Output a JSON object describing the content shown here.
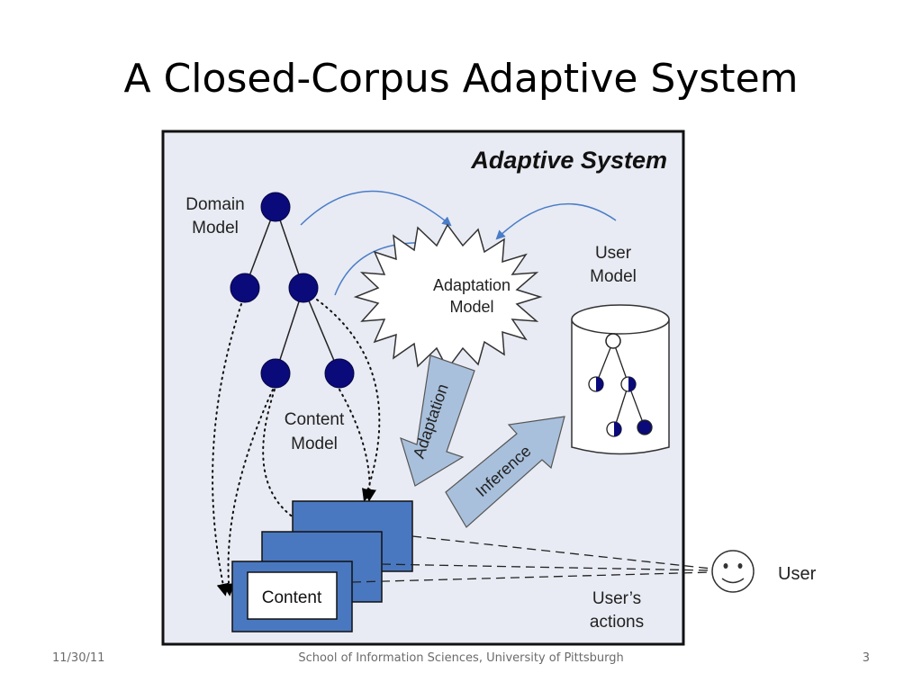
{
  "slide": {
    "title": "A Closed-Corpus Adaptive System",
    "footer_date": "11/30/11",
    "footer_center": "School of Information Sciences, University of Pittsburgh",
    "footer_page": "3"
  },
  "diagram": {
    "panel_title": "Adaptive System",
    "domain_model_label": [
      "Domain",
      "Model"
    ],
    "content_model_label": [
      "Content",
      "Model"
    ],
    "adaptation_model_label": [
      "Adaptation",
      "Model"
    ],
    "user_model_label": [
      "User",
      "Model"
    ],
    "adaptation_arrow_label": "Adaptation",
    "inference_arrow_label": "Inference",
    "content_page_label": "Content",
    "user_label": "User",
    "user_actions_label": [
      "User’s",
      "actions"
    ],
    "colors": {
      "node_fill": "#0a0a7a",
      "panel_bg": "#e8ebf3",
      "page_fill": "#4a78c0",
      "arrow_fill": "#a9c0dc",
      "curve_stroke": "#4a7cc8"
    },
    "icons": [
      "smiley-face-icon",
      "cylinder-icon",
      "starburst-icon"
    ]
  }
}
